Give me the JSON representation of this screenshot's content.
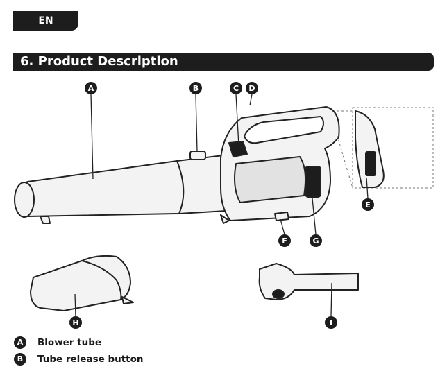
{
  "header": {
    "language_tab": "EN",
    "section_title": "6. Product Description"
  },
  "callouts": {
    "A": "A",
    "B": "B",
    "C": "C",
    "D": "D",
    "E": "E",
    "F": "F",
    "G": "G",
    "H": "H",
    "I": "I"
  },
  "legend": [
    {
      "letter": "A",
      "label": "Blower tube"
    },
    {
      "letter": "B",
      "label": "Tube release button"
    }
  ],
  "colors": {
    "ink": "#1d1d1d",
    "outline": "#222222",
    "fill": "#f2f2f2",
    "accent": "#ffffff"
  }
}
